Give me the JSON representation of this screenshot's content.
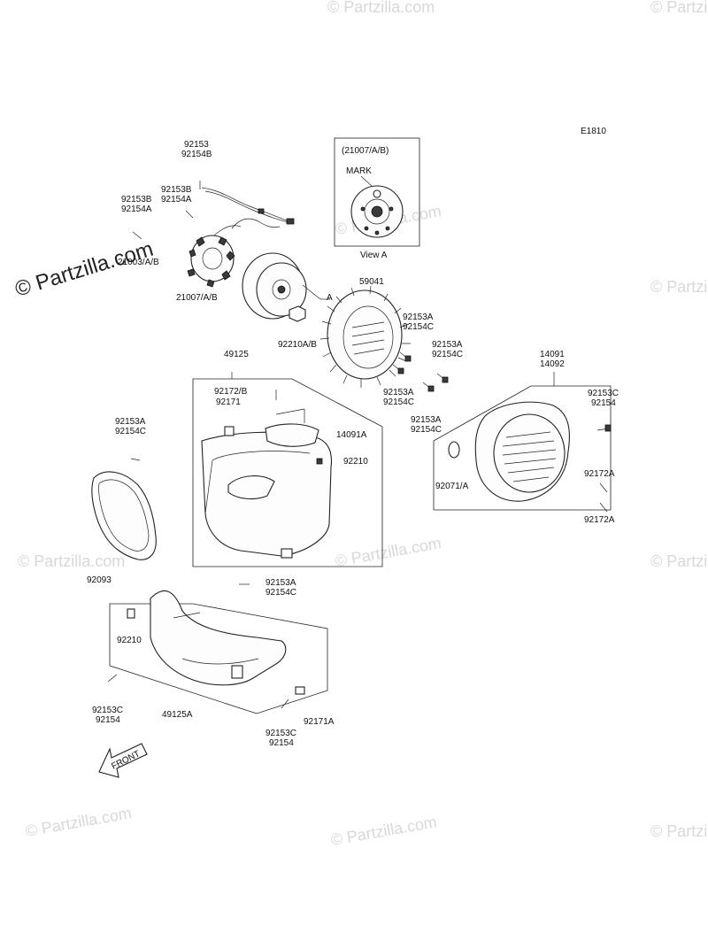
{
  "diagram_code": "E1810",
  "view_box": {
    "title": "(21007/A/B)",
    "mark": "MARK",
    "caption": "View A"
  },
  "view_pointer": "A",
  "front_arrow": "FRONT",
  "watermark": "© Partzilla.com",
  "labels": [
    {
      "id": "l-92153-top",
      "lines": [
        "92153",
        "92154B"
      ]
    },
    {
      "id": "l-92153b",
      "lines": [
        "92153B",
        "92154A"
      ]
    },
    {
      "id": "l-92153b-left",
      "lines": [
        "92153B",
        "92154A"
      ]
    },
    {
      "id": "l-21003",
      "lines": [
        "21003/A/B"
      ]
    },
    {
      "id": "l-21007",
      "lines": [
        "21007/A/B"
      ]
    },
    {
      "id": "l-59041",
      "lines": [
        "59041"
      ]
    },
    {
      "id": "l-92210ab",
      "lines": [
        "92210A/B"
      ]
    },
    {
      "id": "l-92153a-1",
      "lines": [
        "92153A",
        "92154C"
      ]
    },
    {
      "id": "l-92153a-2",
      "lines": [
        "92153A",
        "92154C"
      ]
    },
    {
      "id": "l-14091",
      "lines": [
        "14091",
        "14092"
      ]
    },
    {
      "id": "l-92153a-3",
      "lines": [
        "92153A",
        "92154C"
      ]
    },
    {
      "id": "l-92153a-4",
      "lines": [
        "92153A",
        "92154C"
      ]
    },
    {
      "id": "l-49125",
      "lines": [
        "49125"
      ]
    },
    {
      "id": "l-92172b",
      "lines": [
        "92172/B",
        "92171"
      ]
    },
    {
      "id": "l-14091a",
      "lines": [
        "14091A"
      ]
    },
    {
      "id": "l-92210-1",
      "lines": [
        "92210"
      ]
    },
    {
      "id": "l-92153a-left",
      "lines": [
        "92153A",
        "92154C"
      ]
    },
    {
      "id": "l-92153c-right",
      "lines": [
        "92153C",
        "92154"
      ]
    },
    {
      "id": "l-92071",
      "lines": [
        "92071/A"
      ]
    },
    {
      "id": "l-92172a-1",
      "lines": [
        "92172A"
      ]
    },
    {
      "id": "l-92172a-2",
      "lines": [
        "92172A"
      ]
    },
    {
      "id": "l-92093",
      "lines": [
        "92093"
      ]
    },
    {
      "id": "l-92153a-mid",
      "lines": [
        "92153A",
        "92154C"
      ]
    },
    {
      "id": "l-92210-2",
      "lines": [
        "92210"
      ]
    },
    {
      "id": "l-92153c-left",
      "lines": [
        "92153C",
        "92154"
      ]
    },
    {
      "id": "l-49125a",
      "lines": [
        "49125A"
      ]
    },
    {
      "id": "l-92171a",
      "lines": [
        "92171A"
      ]
    },
    {
      "id": "l-92153c-bottom",
      "lines": [
        "92153C",
        "92154"
      ]
    }
  ]
}
